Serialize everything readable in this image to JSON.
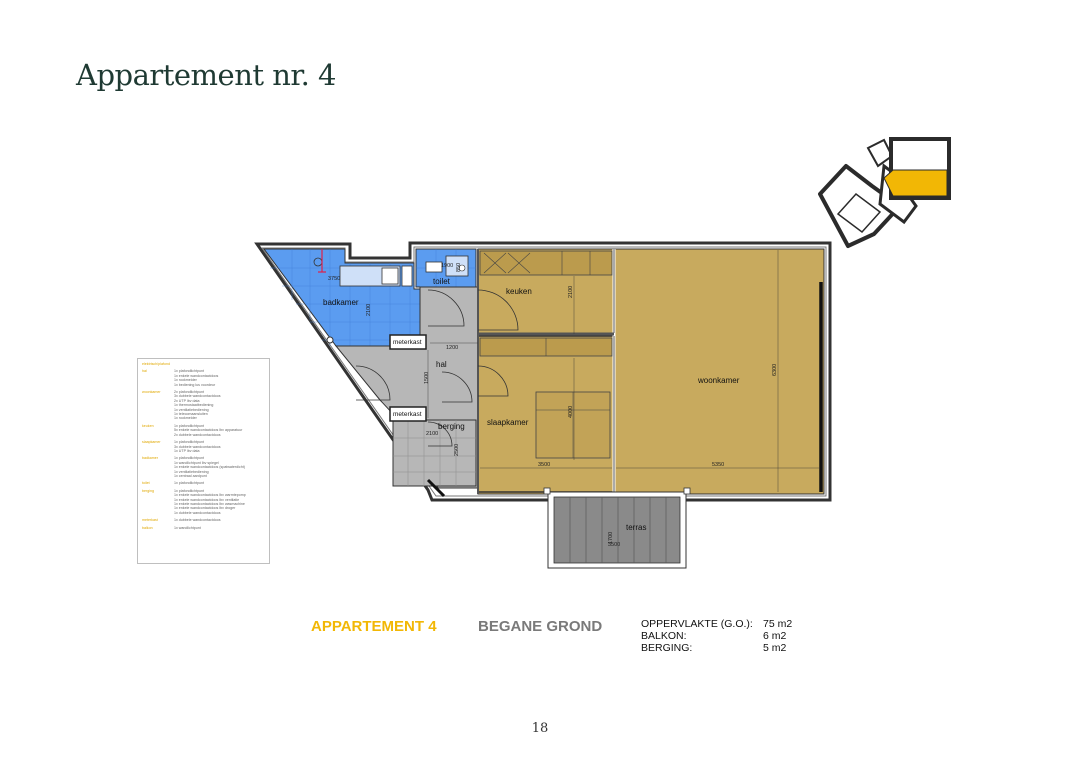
{
  "title": "Appartement nr. 4",
  "plan": {
    "rooms": {
      "badkamer": "badkamer",
      "toilet": "toilet",
      "keuken": "keuken",
      "meterkast_1": "meterkast",
      "meterkast_2": "meterkast",
      "hal": "hal",
      "berging": "berging",
      "slaapkamer": "slaapkamer",
      "woonkamer": "woonkamer",
      "terras": "terras"
    },
    "dimensions": {
      "d3750": "3750",
      "d1900": "1900",
      "d850": "850",
      "d2100_badkamer": "2100",
      "d2100_keuken": "2100",
      "d1200": "1200",
      "d1500": "1500",
      "d2100_berging": "2100",
      "d2500": "2500",
      "d4000": "4000",
      "d6300": "6300",
      "d3500": "3500",
      "d5350": "5350",
      "d1700": "1700",
      "d3500_terras": "3500"
    },
    "colors": {
      "wet_rooms": "#5b9cf0",
      "living": "#c8aa5e",
      "hallway": "#b7b7b7",
      "highlight": "#f2b705"
    }
  },
  "legend": {
    "header": "elektrisch/plafond",
    "rows": [
      {
        "room": "hal",
        "items": [
          "1x plafondlichtpunt",
          "1x enkele wandcontactdoos",
          "1x rookmelder",
          "1x bediening lus voordeur"
        ]
      },
      {
        "room": "woonkamer",
        "items": [
          "2x plafondlichtpunt",
          "3x dubbele wandcontactdoos",
          "2x UTP lbv data",
          "1x thermostaatbediening",
          "1x ventilatiebediening",
          "1x telecomaansluiten",
          "1x rookmelder"
        ]
      },
      {
        "room": "keuken",
        "items": [
          "1x plafondlichtpunt",
          "5x enkele wandcontactdoos lbv apparatuur",
          "2x dubbele wandcontactdoos"
        ]
      },
      {
        "room": "slaapkamer",
        "items": [
          "1x plafondlichtpunt",
          "3x dubbele wandcontactdoos",
          "1x UTP lbv data"
        ]
      },
      {
        "room": "badkamer",
        "items": [
          "1x plafondlichtpunt",
          "1x wandlichtpunt lbv spiegel",
          "1x enkele wandcontactdoos (spatwaterdicht)",
          "1x ventilatiebediening",
          "1x centraal aardpunt"
        ]
      },
      {
        "room": "toilet",
        "items": [
          "1x plafondlichtpunt"
        ]
      },
      {
        "room": "berging",
        "items": [
          "1x plafondlichtpunt",
          "1x enkele wandcontactdoos lbv warmtepomp",
          "1x enkele wandcontactdoos lbv ventilatie",
          "1x enkele wandcontactdoos lbv wasmachine",
          "1x enkele wandcontactdoos lbv droger",
          "1x dubbele wandcontactdoos"
        ]
      },
      {
        "room": "meterkast",
        "items": [
          "1x dubbele wandcontactdoos"
        ]
      },
      {
        "room": "balkon",
        "items": [
          "1x wandlichtpunt"
        ]
      }
    ]
  },
  "apartment_label": "APPARTEMENT 4",
  "floor_label": "BEGANE GROND",
  "areas": [
    {
      "label": "OPPERVLAKTE (G.O.):",
      "value": "75 m2"
    },
    {
      "label": "BALKON:",
      "value": "6 m2"
    },
    {
      "label": "BERGING:",
      "value": "5 m2"
    }
  ],
  "page_number": "18"
}
